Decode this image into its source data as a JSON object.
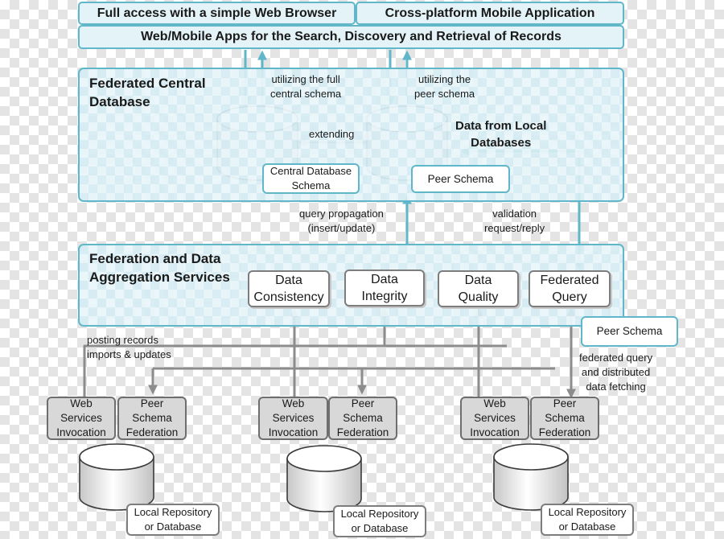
{
  "top": {
    "web_browser": "Full access with a simple Web Browser",
    "mobile_app": "Cross-platform Mobile Application",
    "apps_bar": "Web/Mobile Apps for the Search, Discovery and Retrieval of Records"
  },
  "central_region": {
    "title": "Federated Central\nDatabase",
    "note_full_schema": "utilizing the full\ncentral schema",
    "note_peer_schema": "utilizing the\npeer schema",
    "note_extending": "extending",
    "local_data_label": "Data from Local\nDatabases",
    "central_schema_box": "Central Database\nSchema",
    "peer_schema_box": "Peer Schema"
  },
  "between": {
    "query_propagation": "query propagation\n(insert/update)",
    "validation": "validation\nrequest/reply"
  },
  "federation_region": {
    "title": "Federation and Data\nAggregation Services",
    "services": [
      "Data\nConsistency",
      "Data\nIntegrity",
      "Data\nQuality",
      "Federated\nQuery"
    ],
    "peer_schema_box": "Peer Schema"
  },
  "lower_notes": {
    "posting": "posting records\nimports & updates",
    "federated_query": "federated query\nand distributed\ndata fetching"
  },
  "nodes": [
    {
      "web_services": "Web\nServices\nInvocation",
      "peer_schema": "Peer\nSchema\nFederation",
      "repository": "Local Repository\nor Database"
    },
    {
      "web_services": "Web\nServices\nInvocation",
      "peer_schema": "Peer\nSchema\nFederation",
      "repository": "Local Repository\nor Database"
    },
    {
      "web_services": "Web\nServices\nInvocation",
      "peer_schema": "Peer\nSchema\nFederation",
      "repository": "Local Repository\nor Database"
    }
  ],
  "colors": {
    "teal_border": "#5fb7c9",
    "teal_fill": "#d5edf3",
    "arrow_blue": "#5fb7c9",
    "arrow_gray": "#8c8c8c",
    "service_border": "#7d7d7d"
  }
}
